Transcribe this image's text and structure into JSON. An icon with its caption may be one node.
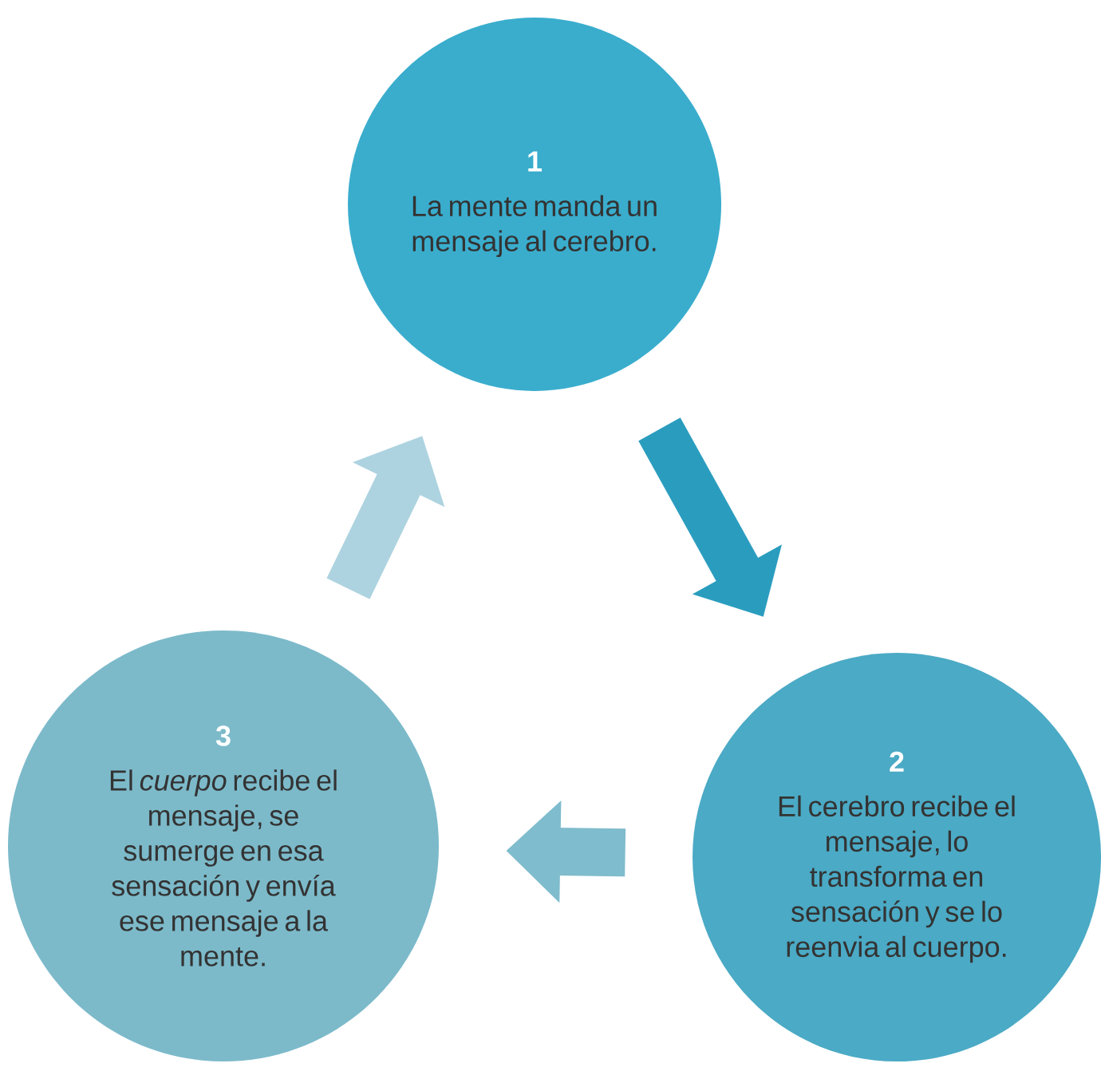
{
  "diagram": {
    "nodes": [
      {
        "text": [
          "1",
          "La mente manda un mensaje al cerebro."
        ]
      },
      {
        "text": [
          "2",
          "El cerebro recibe el mensaje, lo transforma en sensación y se lo reenvia al cuerpo."
        ]
      },
      {
        "text": [
          "3",
          "El *cuerpo* recibe el mensaje, se sumerge en esa sensación y envía ese mensaje a la mente."
        ]
      }
    ],
    "edges": [
      {
        "from": 0,
        "to": 1,
        "arrow": "to",
        "color": "#2a9dbf"
      },
      {
        "from": 1,
        "to": 2,
        "arrow": "to",
        "color": "#7fbccd"
      },
      {
        "from": 2,
        "to": 0,
        "arrow": "to",
        "color": "#aed3e0"
      }
    ]
  }
}
